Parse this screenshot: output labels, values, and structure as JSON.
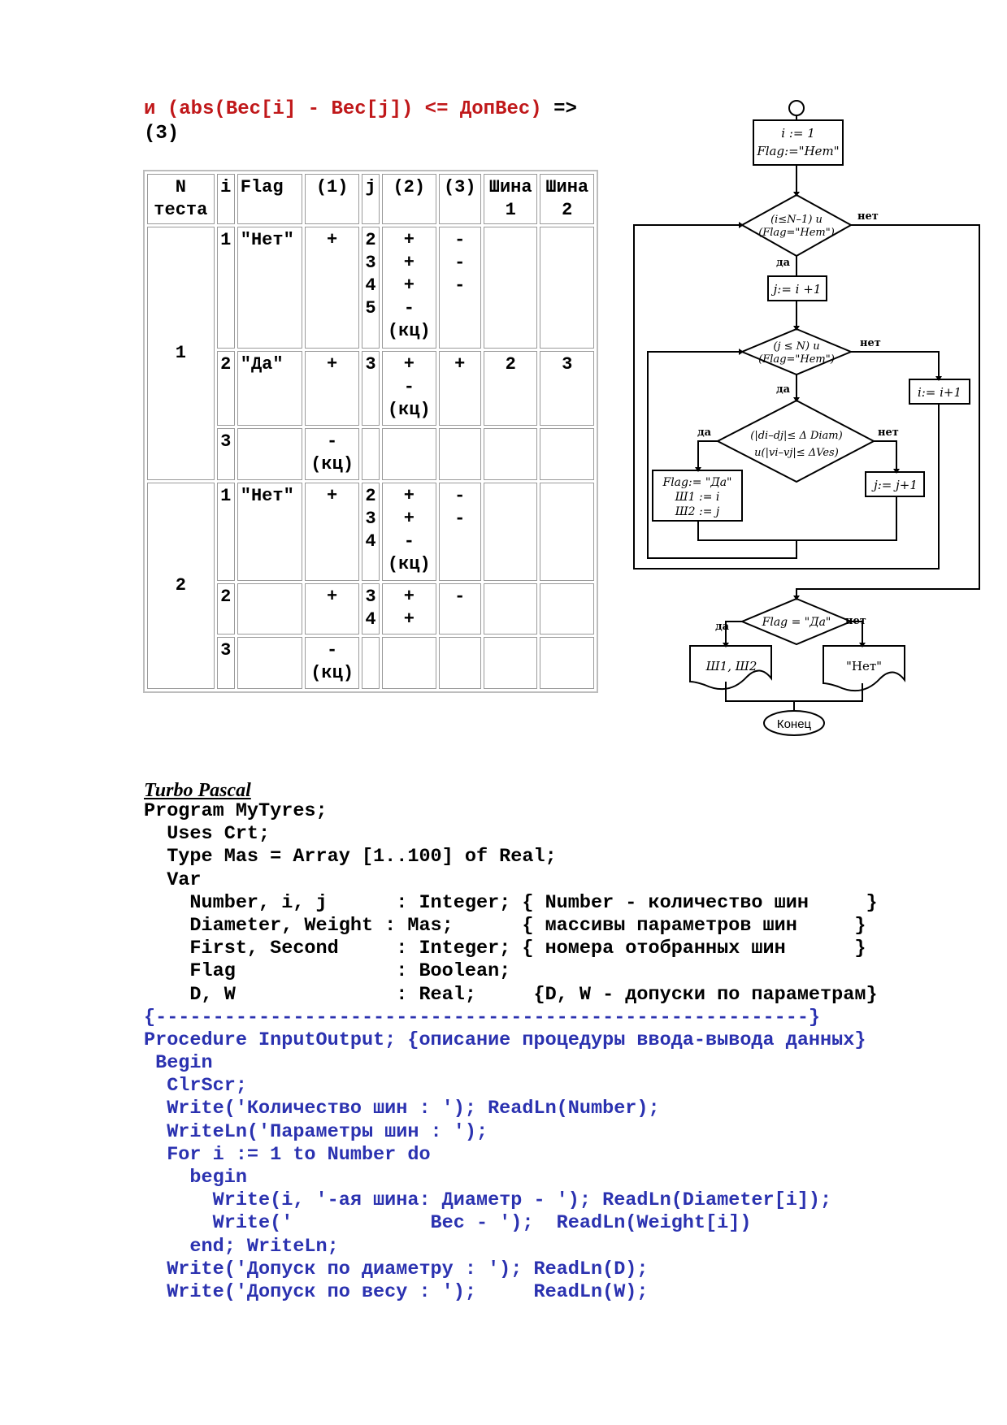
{
  "condition": {
    "kw": "и",
    "expr": "(abs(Вес[i] - Вес[j]) <= ДопВес)",
    "arrow": "=>",
    "ref": "(3)"
  },
  "trace_table": {
    "headers": [
      "N\nтеста",
      "i",
      "Flag",
      "(1)",
      "j",
      "(2)",
      "(3)",
      "Шина\n1",
      "Шина\n2"
    ],
    "tests": [
      {
        "n": "1",
        "rows": [
          {
            "i": "1",
            "flag": "\"Нет\"",
            "c1": "+",
            "j": "2\n3\n4\n5",
            "c2": "+\n+\n+\n-\n(кц)",
            "c3": "-\n-\n-",
            "s1": "",
            "s2": ""
          },
          {
            "i": "2",
            "flag": "\"Да\"",
            "c1": "+",
            "j": "3",
            "c2": "+\n-\n(кц)",
            "c3": "+",
            "s1": "2",
            "s2": "3"
          },
          {
            "i": "3",
            "flag": "",
            "c1": "-\n(кц)",
            "j": "",
            "c2": "",
            "c3": "",
            "s1": "",
            "s2": ""
          }
        ]
      },
      {
        "n": "2",
        "rows": [
          {
            "i": "1",
            "flag": "\"Нет\"",
            "c1": "+",
            "j": "2\n3\n4",
            "c2": "+\n+\n-\n(кц)",
            "c3": "-\n-",
            "s1": "",
            "s2": ""
          },
          {
            "i": "2",
            "flag": "",
            "c1": "+",
            "j": "3\n4",
            "c2": "+\n+",
            "c3": "-",
            "s1": "",
            "s2": ""
          },
          {
            "i": "3",
            "flag": "",
            "c1": "-\n(кц)",
            "j": "",
            "c2": "",
            "c3": "",
            "s1": "",
            "s2": ""
          }
        ]
      }
    ]
  },
  "flowchart": {
    "init_1": "i := 1",
    "init_2": "Flag:=\"Нет\"",
    "cond_outer_1": "(i≤N–1) и",
    "cond_outer_2": "(Flag=\"Нет\")",
    "set_j": "j:= i +1",
    "cond_inner_1": "(j ≤ N) и",
    "cond_inner_2": "(Flag=\"Нет\")",
    "incr_i": "i:= i+1",
    "cond_check_1": "(|di–dj|≤ Δ Diam)",
    "cond_check_2": "и(|vi–vj|≤ ΔVes)",
    "assign_1": "Flag:= \"Да\"",
    "assign_2": "Ш1 := i",
    "assign_3": "Ш2 := j",
    "incr_j": "j:= j+1",
    "cond_final": "Flag = \"Да\"",
    "out_yes": "Ш1, Ш2",
    "out_no": "\"Нет\"",
    "end": "Конец",
    "yes": "да",
    "no": "нет"
  },
  "language_label": "Turbo Pascal",
  "code_lines": [
    {
      "t": "Program MyTyres;",
      "c": "black"
    },
    {
      "t": "  Uses Crt;",
      "c": "black"
    },
    {
      "t": "  Type Mas = Array [1..100] of Real;",
      "c": "black"
    },
    {
      "t": "  Var",
      "c": "black"
    },
    {
      "t": "    Number, i, j      : Integer; { Number - количество шин     }",
      "c": "black"
    },
    {
      "t": "    Diameter, Weight : Mas;      { массивы параметров шин     }",
      "c": "black"
    },
    {
      "t": "    First, Second     : Integer; { номера отобранных шин      }",
      "c": "black"
    },
    {
      "t": "    Flag              : Boolean;",
      "c": "black"
    },
    {
      "t": "    D, W              : Real;     {D, W - допуски по параметрам}",
      "c": "black"
    },
    {
      "t": "{---------------------------------------------------------}",
      "c": "blue"
    },
    {
      "t": "Procedure InputOutput; {описание процедуры ввода-вывода данных}",
      "c": "blue"
    },
    {
      "t": " Begin",
      "c": "blue"
    },
    {
      "t": "  ClrScr;",
      "c": "blue"
    },
    {
      "t": "  Write('Количество шин : '); ReadLn(Number);",
      "c": "blue"
    },
    {
      "t": "  WriteLn('Параметры шин : ');",
      "c": "blue"
    },
    {
      "t": "  For i := 1 to Number do",
      "c": "blue"
    },
    {
      "t": "    begin",
      "c": "blue"
    },
    {
      "t": "      Write(i, '-ая шина: Диаметр - '); ReadLn(Diameter[i]);",
      "c": "blue"
    },
    {
      "t": "      Write('            Вес - ');  ReadLn(Weight[i])",
      "c": "blue"
    },
    {
      "t": "    end; WriteLn;",
      "c": "blue"
    },
    {
      "t": "  Write('Допуск по диаметру : '); ReadLn(D);",
      "c": "blue"
    },
    {
      "t": "  Write('Допуск по весу : ');     ReadLn(W);",
      "c": "blue"
    }
  ]
}
